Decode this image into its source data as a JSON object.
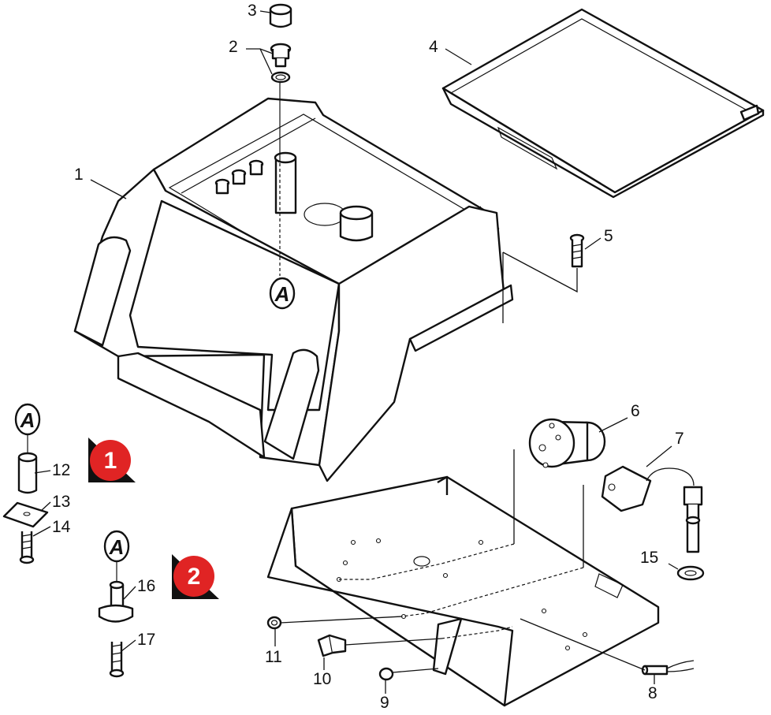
{
  "diagram": {
    "part_labels": [
      "1",
      "2",
      "3",
      "4",
      "5",
      "6",
      "7",
      "8",
      "9",
      "10",
      "11",
      "12",
      "13",
      "14",
      "15",
      "16",
      "17"
    ],
    "detail_callouts": [
      "1",
      "2"
    ],
    "reference_mark": "A",
    "colors": {
      "callout": "#e02424",
      "line": "#111111",
      "background": "#ffffff"
    }
  }
}
